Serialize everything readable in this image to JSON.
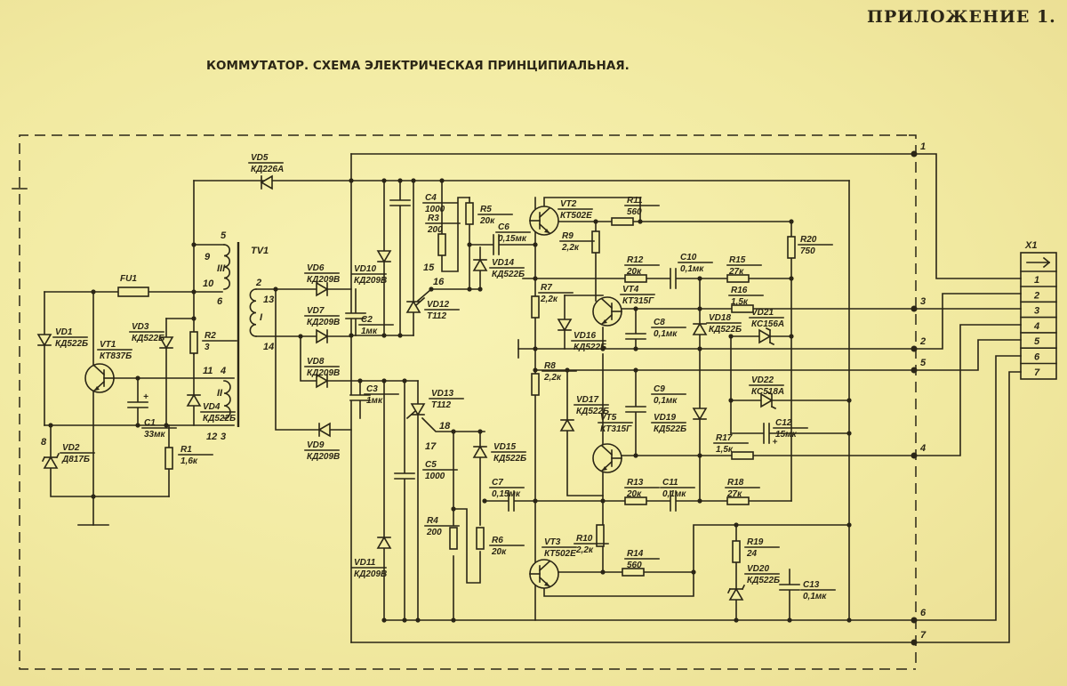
{
  "header": {
    "appendix": "ПРИЛОЖЕНИЕ 1.",
    "title": "КОММУТАТОР. СХЕМА ЭЛЕКТРИЧЕСКАЯ ПРИНЦИПИАЛЬНАЯ."
  },
  "components": {
    "FU1": {
      "ref": "FU1",
      "value": ""
    },
    "VD1": {
      "ref": "VD1",
      "value": "КД522Б"
    },
    "VD2": {
      "ref": "VD2",
      "value": "Д817Б"
    },
    "VD3": {
      "ref": "VD3",
      "value": "КД522Б"
    },
    "VD4": {
      "ref": "VD4",
      "value": "КД522Б"
    },
    "VD5": {
      "ref": "VD5",
      "value": "КД226А"
    },
    "VD6": {
      "ref": "VD6",
      "value": "КД209В"
    },
    "VD7": {
      "ref": "VD7",
      "value": "КД209В"
    },
    "VD8": {
      "ref": "VD8",
      "value": "КД209В"
    },
    "VD9": {
      "ref": "VD9",
      "value": "КД209В"
    },
    "VD10": {
      "ref": "VD10",
      "value": "КД209В"
    },
    "VD11": {
      "ref": "VD11",
      "value": "КД209В"
    },
    "VD12": {
      "ref": "VD12",
      "value": "Т112"
    },
    "VD13": {
      "ref": "VD13",
      "value": "Т112"
    },
    "VD14": {
      "ref": "VD14",
      "value": "КД522Б"
    },
    "VD15": {
      "ref": "VD15",
      "value": "КД522Б"
    },
    "VD16": {
      "ref": "VD16",
      "value": "КД522Б"
    },
    "VD17": {
      "ref": "VD17",
      "value": "КД522Б"
    },
    "VD18": {
      "ref": "VD18",
      "value": "КД522Б"
    },
    "VD19": {
      "ref": "VD19",
      "value": "КД522Б"
    },
    "VD20": {
      "ref": "VD20",
      "value": "КД522Б"
    },
    "VD21": {
      "ref": "VD21",
      "value": "КС156А"
    },
    "VD22": {
      "ref": "VD22",
      "value": "КС518А"
    },
    "VT1": {
      "ref": "VT1",
      "value": "КТ837Б"
    },
    "VT2": {
      "ref": "VT2",
      "value": "КТ502Е"
    },
    "VT3": {
      "ref": "VT3",
      "value": "КТ502Е"
    },
    "VT4": {
      "ref": "VT4",
      "value": "КТ315Г"
    },
    "VT5": {
      "ref": "VT5",
      "value": "КТ315Г"
    },
    "R1": {
      "ref": "R1",
      "value": "1,6к"
    },
    "R2": {
      "ref": "R2",
      "value": "3"
    },
    "R3": {
      "ref": "R3",
      "value": "200"
    },
    "R4": {
      "ref": "R4",
      "value": "200"
    },
    "R5": {
      "ref": "R5",
      "value": "20к"
    },
    "R6": {
      "ref": "R6",
      "value": "20к"
    },
    "R7": {
      "ref": "R7",
      "value": "2,2к"
    },
    "R8": {
      "ref": "R8",
      "value": "2,2к"
    },
    "R9": {
      "ref": "R9",
      "value": "2,2к"
    },
    "R10": {
      "ref": "R10",
      "value": "2,2к"
    },
    "R11": {
      "ref": "R11",
      "value": "560"
    },
    "R12": {
      "ref": "R12",
      "value": "20к"
    },
    "R13": {
      "ref": "R13",
      "value": "20к"
    },
    "R14": {
      "ref": "R14",
      "value": "560"
    },
    "R15": {
      "ref": "R15",
      "value": "27к"
    },
    "R16": {
      "ref": "R16",
      "value": "1,5к"
    },
    "R17": {
      "ref": "R17",
      "value": "1,5к"
    },
    "R18": {
      "ref": "R18",
      "value": "27к"
    },
    "R19": {
      "ref": "R19",
      "value": "24"
    },
    "R20": {
      "ref": "R20",
      "value": "750"
    },
    "C1": {
      "ref": "C1",
      "value": "33мк"
    },
    "C2": {
      "ref": "C2",
      "value": "1мк"
    },
    "C3": {
      "ref": "C3",
      "value": "1мк"
    },
    "C4": {
      "ref": "C4",
      "value": "1000"
    },
    "C5": {
      "ref": "C5",
      "value": "1000"
    },
    "C6": {
      "ref": "C6",
      "value": "0,15мк"
    },
    "C7": {
      "ref": "C7",
      "value": "0,15мк"
    },
    "C8": {
      "ref": "C8",
      "value": "0,1мк"
    },
    "C9": {
      "ref": "C9",
      "value": "0,1мк"
    },
    "C10": {
      "ref": "C10",
      "value": "0,1мк"
    },
    "C11": {
      "ref": "C11",
      "value": "0,1мк"
    },
    "C12": {
      "ref": "C12",
      "value": "15мк"
    },
    "C13": {
      "ref": "C13",
      "value": "0,1мк"
    }
  },
  "transformer": {
    "ref": "TV1"
  },
  "pin_labels": [
    "5",
    "9",
    "III",
    "10",
    "6",
    "2",
    "13",
    "I",
    "14",
    "11",
    "4",
    "II",
    "12",
    "3",
    "8",
    "15",
    "16",
    "17",
    "18"
  ],
  "terminals": [
    "1",
    "3",
    "2",
    "5",
    "4",
    "6",
    "7"
  ],
  "connector": {
    "ref": "X1",
    "pins": [
      "1",
      "2",
      "3",
      "4",
      "5",
      "6",
      "7"
    ]
  }
}
